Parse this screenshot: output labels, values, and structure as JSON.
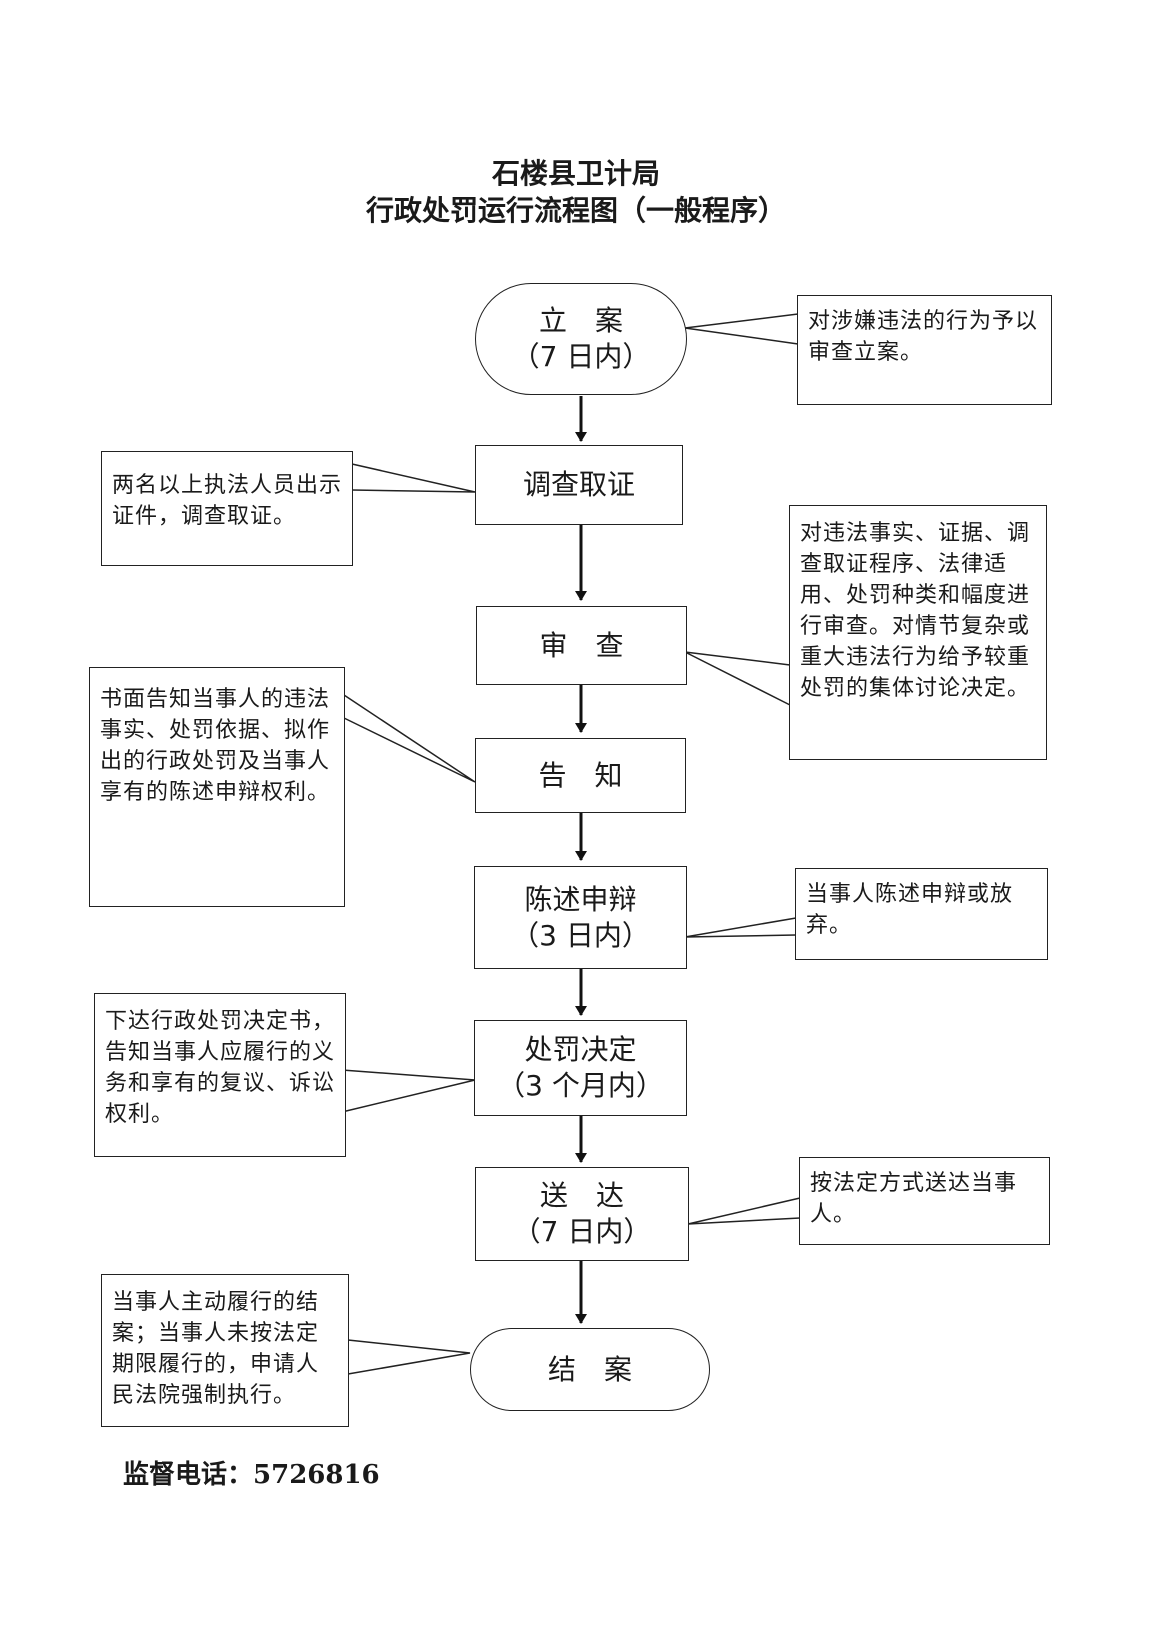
{
  "title": {
    "line1": "石楼县卫计局",
    "line2": "行政处罚运行流程图（一般程序）"
  },
  "steps": [
    {
      "name": "立　案",
      "time": "（7 日内）"
    },
    {
      "name": "调查取证",
      "time": ""
    },
    {
      "name": "审　查",
      "time": ""
    },
    {
      "name": "告　知",
      "time": ""
    },
    {
      "name": "陈述申辩",
      "time": "（3 日内）"
    },
    {
      "name": "处罚决定",
      "time": "（3 个月内）"
    },
    {
      "name": "送　达",
      "time": "（7 日内）"
    },
    {
      "name": "结　案",
      "time": ""
    }
  ],
  "notes": [
    {
      "step": "立案",
      "side": "right",
      "text": "对涉嫌违法的行为予以审查立案。"
    },
    {
      "step": "调查取证",
      "side": "left",
      "text": "两名以上执法人员出示证件，调查取证。"
    },
    {
      "step": "审查",
      "side": "right",
      "text": "对违法事实、证据、调查取证程序、法律适用、处罚种类和幅度进行审查。对情节复杂或重大违法行为给予较重处罚的集体讨论决定。"
    },
    {
      "step": "告知",
      "side": "left",
      "text": "书面告知当事人的违法事实、处罚依据、拟作出的行政处罚及当事人享有的陈述申辩权利。"
    },
    {
      "step": "陈述申辩",
      "side": "right",
      "text": "当事人陈述申辩或放弃。"
    },
    {
      "step": "处罚决定",
      "side": "left",
      "text": "下达行政处罚决定书，告知当事人应履行的义务和享有的复议、诉讼权利。"
    },
    {
      "step": "送达",
      "side": "right",
      "text": "按法定方式送达当事人。"
    },
    {
      "step": "结案",
      "side": "left",
      "text": "当事人主动履行的结案；当事人未按法定期限履行的，申请人民法院强制执行。"
    }
  ],
  "footer": {
    "label": "监督电话：",
    "phone": "5726816"
  }
}
